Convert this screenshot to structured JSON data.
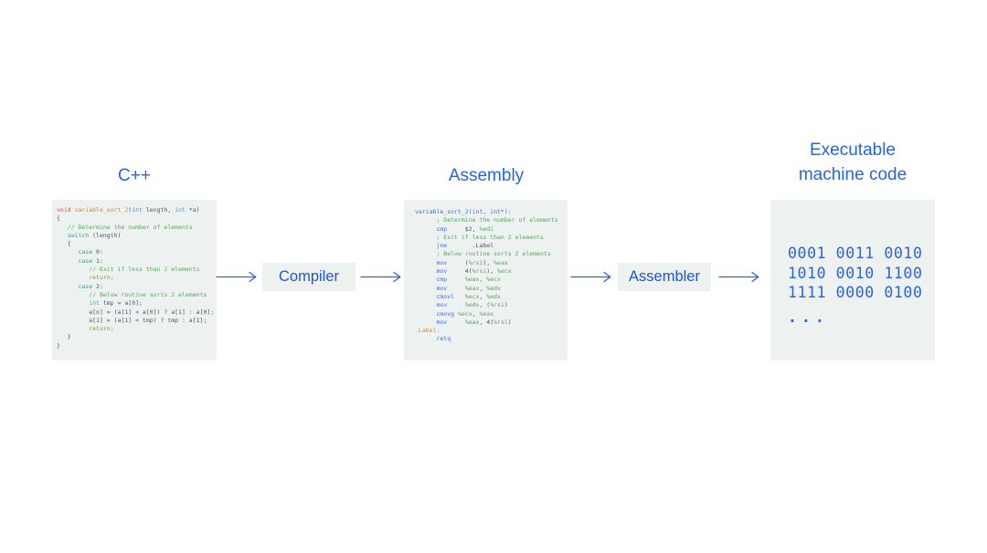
{
  "diagram": {
    "accent_color": "#2563eb",
    "panel_bg": "#edf2f1",
    "stages": [
      {
        "label": "C++"
      },
      {
        "label": "Assembly"
      },
      {
        "label": "Executable machine code"
      }
    ],
    "transforms": [
      {
        "label": "Compiler"
      },
      {
        "label": "Assembler"
      }
    ]
  },
  "icons": {
    "flow_arrow": "→"
  },
  "token_colors": {
    "kw": "#e5484d",
    "fn": "#c2884a",
    "ty": "#3d9dc4",
    "flow": "#2fa08d",
    "ret": "#7aa43c",
    "cm": "#57a55d",
    "pl": "#4b5563",
    "op": "#3e6fd6",
    "rg": "#57a55d",
    "lb": "#c2884a",
    "mc": "#2d63e0",
    "dots": "#2d63e0"
  },
  "code_blocks": {
    "cpp": {
      "language": "C++",
      "lines": [
        [
          [
            "kw",
            "void "
          ],
          [
            "fn",
            "variable_sort_2"
          ],
          [
            "pl",
            "("
          ],
          [
            "ty",
            "int"
          ],
          [
            "pl",
            " length, "
          ],
          [
            "ty",
            "int"
          ],
          [
            "pl",
            " *a)"
          ]
        ],
        [
          [
            "pl",
            "{"
          ]
        ],
        [
          [
            "cm",
            "   // Determine the number of elements"
          ]
        ],
        [
          [
            "flow",
            "   switch"
          ],
          [
            "pl",
            " (length)"
          ]
        ],
        [
          [
            "pl",
            "   {"
          ]
        ],
        [
          [
            "flow",
            "      case"
          ],
          [
            "pl",
            " 0:"
          ]
        ],
        [
          [
            "flow",
            "      case"
          ],
          [
            "pl",
            " 1:"
          ]
        ],
        [
          [
            "cm",
            "         // Exit if less than 2 elements"
          ]
        ],
        [
          [
            "ret",
            "         return;"
          ]
        ],
        [
          [
            "flow",
            "      case"
          ],
          [
            "pl",
            " 2:"
          ]
        ],
        [
          [
            "cm",
            "         // Below routine sorts 2 elements"
          ]
        ],
        [
          [
            "ty",
            "         int"
          ],
          [
            "pl",
            " tmp = a[0];"
          ]
        ],
        [
          [
            "pl",
            "         a[o] = (a[1] < a[0]) ? a[1] : a[0];"
          ]
        ],
        [
          [
            "pl",
            "         a[1] = (a[1] < tmp) ? tmp : a[1];"
          ]
        ],
        [
          [
            "ret",
            "         return;"
          ]
        ],
        [
          [
            "pl",
            "   }"
          ]
        ],
        [
          [
            "pl",
            "}"
          ]
        ]
      ]
    },
    "asm": {
      "language": "x86 assembly",
      "lines": [
        [
          [
            "op",
            "variable_sort_2(int, int*):"
          ]
        ],
        [
          [
            "cm",
            "      ; Determine the number of elements"
          ]
        ],
        [
          [
            "op",
            "      cmp"
          ],
          [
            "pl",
            "     $2, "
          ],
          [
            "rg",
            "%edi"
          ]
        ],
        [
          [
            "cm",
            "      ; Exit if less than 2 elements"
          ]
        ],
        [
          [
            "op",
            "      jne"
          ],
          [
            "pl",
            "       .Label"
          ]
        ],
        [
          [
            "cm",
            "      ; Below routine sorts 2 elements"
          ]
        ],
        [
          [
            "op",
            "      mov"
          ],
          [
            "pl",
            "     ("
          ],
          [
            "rg",
            "%rsi"
          ],
          [
            "pl",
            "), "
          ],
          [
            "rg",
            "%eax"
          ]
        ],
        [
          [
            "op",
            "      mov"
          ],
          [
            "pl",
            "     4("
          ],
          [
            "rg",
            "%rsi"
          ],
          [
            "pl",
            "), "
          ],
          [
            "rg",
            "%ecx"
          ]
        ],
        [
          [
            "op",
            "      cmp"
          ],
          [
            "pl",
            "     "
          ],
          [
            "rg",
            "%eax"
          ],
          [
            "pl",
            ", "
          ],
          [
            "rg",
            "%ecx"
          ]
        ],
        [
          [
            "op",
            "      mov"
          ],
          [
            "pl",
            "     "
          ],
          [
            "rg",
            "%eax"
          ],
          [
            "pl",
            ", "
          ],
          [
            "rg",
            "%edx"
          ]
        ],
        [
          [
            "op",
            "      cmovl"
          ],
          [
            "pl",
            "   "
          ],
          [
            "rg",
            "%ecx"
          ],
          [
            "pl",
            ", "
          ],
          [
            "rg",
            "%edx"
          ]
        ],
        [
          [
            "op",
            "      mov"
          ],
          [
            "pl",
            "     "
          ],
          [
            "rg",
            "%edx"
          ],
          [
            "pl",
            ", ("
          ],
          [
            "rg",
            "%rsi"
          ],
          [
            "pl",
            ")"
          ]
        ],
        [
          [
            "op",
            "      cmovg "
          ],
          [
            "rg",
            "%ecx"
          ],
          [
            "pl",
            ", "
          ],
          [
            "rg",
            "%eax"
          ]
        ],
        [
          [
            "op",
            "      mov"
          ],
          [
            "pl",
            "     "
          ],
          [
            "rg",
            "%eax"
          ],
          [
            "pl",
            ", 4("
          ],
          [
            "rg",
            "%rsi"
          ],
          [
            "pl",
            ")"
          ]
        ],
        [
          [
            "lb",
            ".Label:"
          ]
        ],
        [
          [
            "op",
            "      retq"
          ]
        ]
      ]
    },
    "machine": {
      "language": "binary machine code",
      "lines": [
        [
          [
            "mc",
            "0001 0011 0010"
          ]
        ],
        [
          [
            "mc",
            "1010 0010 1100"
          ]
        ],
        [
          [
            "mc",
            "1111 0000 0100"
          ]
        ],
        [
          [
            "dots",
            "..."
          ]
        ]
      ]
    }
  }
}
